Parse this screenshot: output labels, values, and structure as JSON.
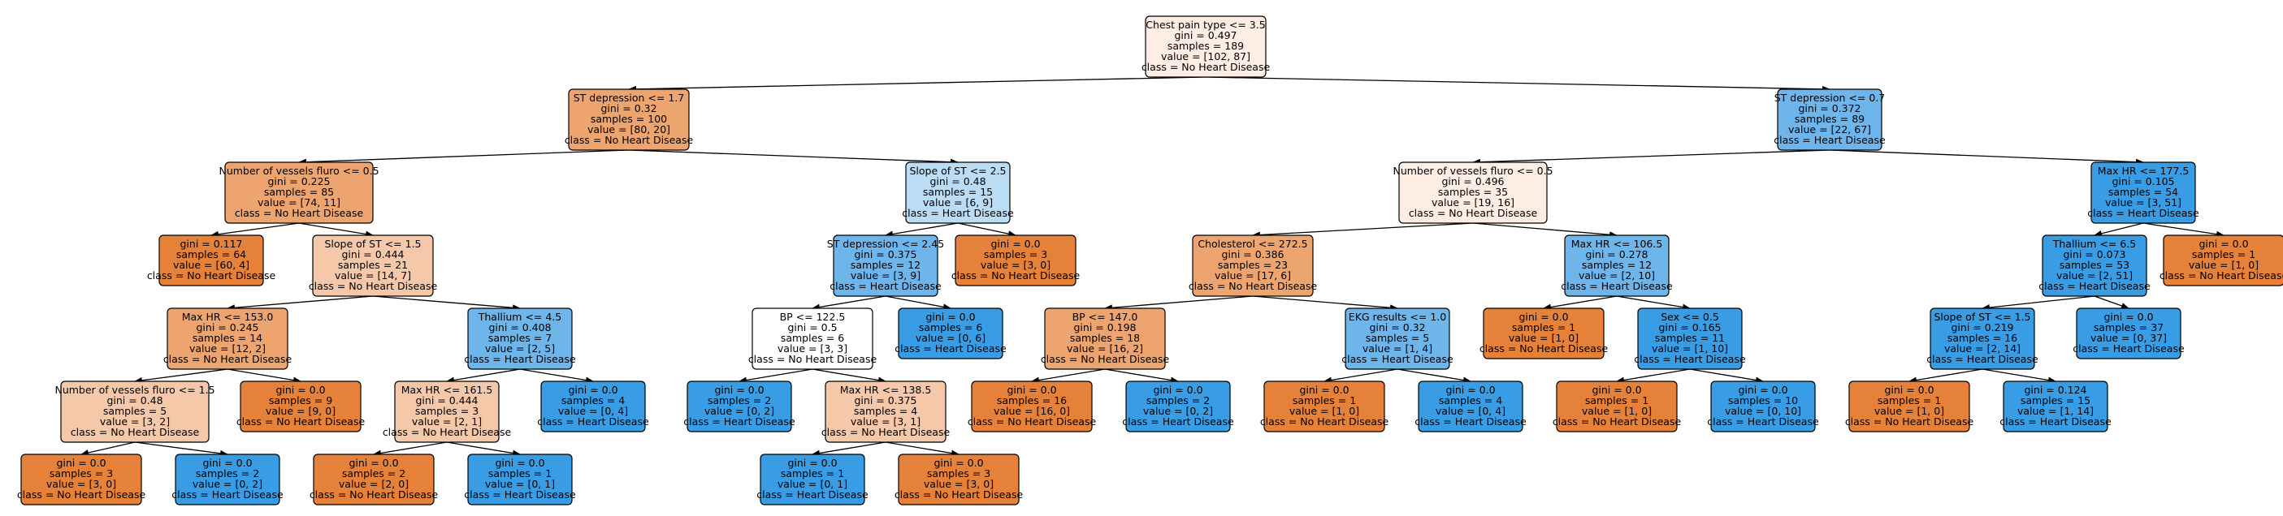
{
  "colors": {
    "orange_dark": "#e58139",
    "orange_mid": "#eda46e",
    "orange_light": "#f4c8a8",
    "orange_pale": "#fdede3",
    "blue_dark": "#399de5",
    "blue_mid": "#6db5eb",
    "blue_light": "#bbdcf5",
    "white": "#ffffff"
  },
  "nodes": [
    {
      "id": "n0",
      "fill": "orange_pale",
      "lines": [
        "Chest pain type <= 3.5",
        "gini = 0.497",
        "samples = 189",
        "value = [102, 87]",
        "class = No Heart Disease"
      ]
    },
    {
      "id": "n1",
      "fill": "orange_mid",
      "lines": [
        "ST depression <= 1.7",
        "gini = 0.32",
        "samples = 100",
        "value = [80, 20]",
        "class = No Heart Disease"
      ]
    },
    {
      "id": "n2",
      "fill": "blue_mid",
      "lines": [
        "ST depression <= 0.7",
        "gini = 0.372",
        "samples = 89",
        "value = [22, 67]",
        "class = Heart Disease"
      ]
    },
    {
      "id": "n3",
      "fill": "orange_mid",
      "lines": [
        "Number of vessels fluro <= 0.5",
        "gini = 0.225",
        "samples = 85",
        "value = [74, 11]",
        "class = No Heart Disease"
      ]
    },
    {
      "id": "n4",
      "fill": "blue_light",
      "lines": [
        "Slope of ST <= 2.5",
        "gini = 0.48",
        "samples = 15",
        "value = [6, 9]",
        "class = Heart Disease"
      ]
    },
    {
      "id": "n5",
      "fill": "orange_pale",
      "lines": [
        "Number of vessels fluro <= 0.5",
        "gini = 0.496",
        "samples = 35",
        "value = [19, 16]",
        "class = No Heart Disease"
      ]
    },
    {
      "id": "n6",
      "fill": "blue_dark",
      "lines": [
        "Max HR <= 177.5",
        "gini = 0.105",
        "samples = 54",
        "value = [3, 51]",
        "class = Heart Disease"
      ]
    },
    {
      "id": "n7",
      "fill": "orange_dark",
      "lines": [
        "gini = 0.117",
        "samples = 64",
        "value = [60, 4]",
        "class = No Heart Disease"
      ]
    },
    {
      "id": "n8",
      "fill": "orange_light",
      "lines": [
        "Slope of ST <= 1.5",
        "gini = 0.444",
        "samples = 21",
        "value = [14, 7]",
        "class = No Heart Disease"
      ]
    },
    {
      "id": "n9",
      "fill": "blue_mid",
      "lines": [
        "ST depression <= 2.45",
        "gini = 0.375",
        "samples = 12",
        "value = [3, 9]",
        "class = Heart Disease"
      ]
    },
    {
      "id": "n10",
      "fill": "orange_dark",
      "lines": [
        "gini = 0.0",
        "samples = 3",
        "value = [3, 0]",
        "class = No Heart Disease"
      ]
    },
    {
      "id": "n11",
      "fill": "orange_mid",
      "lines": [
        "Cholesterol <= 272.5",
        "gini = 0.386",
        "samples = 23",
        "value = [17, 6]",
        "class = No Heart Disease"
      ]
    },
    {
      "id": "n12",
      "fill": "blue_mid",
      "lines": [
        "Max HR <= 106.5",
        "gini = 0.278",
        "samples = 12",
        "value = [2, 10]",
        "class = Heart Disease"
      ]
    },
    {
      "id": "n13",
      "fill": "blue_dark",
      "lines": [
        "Thallium <= 6.5",
        "gini = 0.073",
        "samples = 53",
        "value = [2, 51]",
        "class = Heart Disease"
      ]
    },
    {
      "id": "n14",
      "fill": "orange_dark",
      "lines": [
        "gini = 0.0",
        "samples = 1",
        "value = [1, 0]",
        "class = No Heart Disease"
      ]
    },
    {
      "id": "n15",
      "fill": "orange_mid",
      "lines": [
        "Max HR <= 153.0",
        "gini = 0.245",
        "samples = 14",
        "value = [12, 2]",
        "class = No Heart Disease"
      ]
    },
    {
      "id": "n16",
      "fill": "blue_mid",
      "lines": [
        "Thallium <= 4.5",
        "gini = 0.408",
        "samples = 7",
        "value = [2, 5]",
        "class = Heart Disease"
      ]
    },
    {
      "id": "n17",
      "fill": "white",
      "lines": [
        "BP <= 122.5",
        "gini = 0.5",
        "samples = 6",
        "value = [3, 3]",
        "class = No Heart Disease"
      ]
    },
    {
      "id": "n18",
      "fill": "blue_dark",
      "lines": [
        "gini = 0.0",
        "samples = 6",
        "value = [0, 6]",
        "class = Heart Disease"
      ]
    },
    {
      "id": "n19",
      "fill": "orange_mid",
      "lines": [
        "BP <= 147.0",
        "gini = 0.198",
        "samples = 18",
        "value = [16, 2]",
        "class = No Heart Disease"
      ]
    },
    {
      "id": "n20",
      "fill": "blue_mid",
      "lines": [
        "EKG results <= 1.0",
        "gini = 0.32",
        "samples = 5",
        "value = [1, 4]",
        "class = Heart Disease"
      ]
    },
    {
      "id": "n21",
      "fill": "orange_dark",
      "lines": [
        "gini = 0.0",
        "samples = 1",
        "value = [1, 0]",
        "class = No Heart Disease"
      ]
    },
    {
      "id": "n22",
      "fill": "blue_dark",
      "lines": [
        "Sex <= 0.5",
        "gini = 0.165",
        "samples = 11",
        "value = [1, 10]",
        "class = Heart Disease"
      ]
    },
    {
      "id": "n23",
      "fill": "blue_dark",
      "lines": [
        "Slope of ST <= 1.5",
        "gini = 0.219",
        "samples = 16",
        "value = [2, 14]",
        "class = Heart Disease"
      ]
    },
    {
      "id": "n24",
      "fill": "blue_dark",
      "lines": [
        "gini = 0.0",
        "samples = 37",
        "value = [0, 37]",
        "class = Heart Disease"
      ]
    },
    {
      "id": "n25",
      "fill": "orange_light",
      "lines": [
        "Number of vessels fluro <= 1.5",
        "gini = 0.48",
        "samples = 5",
        "value = [3, 2]",
        "class = No Heart Disease"
      ]
    },
    {
      "id": "n26",
      "fill": "orange_dark",
      "lines": [
        "gini = 0.0",
        "samples = 9",
        "value = [9, 0]",
        "class = No Heart Disease"
      ]
    },
    {
      "id": "n27",
      "fill": "orange_light",
      "lines": [
        "Max HR <= 161.5",
        "gini = 0.444",
        "samples = 3",
        "value = [2, 1]",
        "class = No Heart Disease"
      ]
    },
    {
      "id": "n28",
      "fill": "blue_dark",
      "lines": [
        "gini = 0.0",
        "samples = 4",
        "value = [0, 4]",
        "class = Heart Disease"
      ]
    },
    {
      "id": "n29",
      "fill": "blue_dark",
      "lines": [
        "gini = 0.0",
        "samples = 2",
        "value = [0, 2]",
        "class = Heart Disease"
      ]
    },
    {
      "id": "n30",
      "fill": "orange_light",
      "lines": [
        "Max HR <= 138.5",
        "gini = 0.375",
        "samples = 4",
        "value = [3, 1]",
        "class = No Heart Disease"
      ]
    },
    {
      "id": "n31",
      "fill": "orange_dark",
      "lines": [
        "gini = 0.0",
        "samples = 16",
        "value = [16, 0]",
        "class = No Heart Disease"
      ]
    },
    {
      "id": "n32",
      "fill": "blue_dark",
      "lines": [
        "gini = 0.0",
        "samples = 2",
        "value = [0, 2]",
        "class = Heart Disease"
      ]
    },
    {
      "id": "n33",
      "fill": "orange_dark",
      "lines": [
        "gini = 0.0",
        "samples = 1",
        "value = [1, 0]",
        "class = No Heart Disease"
      ]
    },
    {
      "id": "n34",
      "fill": "blue_dark",
      "lines": [
        "gini = 0.0",
        "samples = 4",
        "value = [0, 4]",
        "class = Heart Disease"
      ]
    },
    {
      "id": "n35",
      "fill": "orange_dark",
      "lines": [
        "gini = 0.0",
        "samples = 1",
        "value = [1, 0]",
        "class = No Heart Disease"
      ]
    },
    {
      "id": "n36",
      "fill": "blue_dark",
      "lines": [
        "gini = 0.0",
        "samples = 10",
        "value = [0, 10]",
        "class = Heart Disease"
      ]
    },
    {
      "id": "n37",
      "fill": "orange_dark",
      "lines": [
        "gini = 0.0",
        "samples = 1",
        "value = [1, 0]",
        "class = No Heart Disease"
      ]
    },
    {
      "id": "n38",
      "fill": "blue_dark",
      "lines": [
        "gini = 0.124",
        "samples = 15",
        "value = [1, 14]",
        "class = Heart Disease"
      ]
    },
    {
      "id": "n39",
      "fill": "orange_dark",
      "lines": [
        "gini = 0.0",
        "samples = 3",
        "value = [3, 0]",
        "class = No Heart Disease"
      ]
    },
    {
      "id": "n40",
      "fill": "blue_dark",
      "lines": [
        "gini = 0.0",
        "samples = 2",
        "value = [0, 2]",
        "class = Heart Disease"
      ]
    },
    {
      "id": "n41",
      "fill": "orange_dark",
      "lines": [
        "gini = 0.0",
        "samples = 2",
        "value = [2, 0]",
        "class = No Heart Disease"
      ]
    },
    {
      "id": "n42",
      "fill": "blue_dark",
      "lines": [
        "gini = 0.0",
        "samples = 1",
        "value = [0, 1]",
        "class = Heart Disease"
      ]
    },
    {
      "id": "n43",
      "fill": "blue_dark",
      "lines": [
        "gini = 0.0",
        "samples = 1",
        "value = [0, 1]",
        "class = Heart Disease"
      ]
    },
    {
      "id": "n44",
      "fill": "orange_dark",
      "lines": [
        "gini = 0.0",
        "samples = 3",
        "value = [3, 0]",
        "class = No Heart Disease"
      ]
    }
  ],
  "edges": [
    [
      "n0",
      "n1"
    ],
    [
      "n0",
      "n2"
    ],
    [
      "n1",
      "n3"
    ],
    [
      "n1",
      "n4"
    ],
    [
      "n2",
      "n5"
    ],
    [
      "n2",
      "n6"
    ],
    [
      "n3",
      "n7"
    ],
    [
      "n3",
      "n8"
    ],
    [
      "n4",
      "n9"
    ],
    [
      "n4",
      "n10"
    ],
    [
      "n5",
      "n11"
    ],
    [
      "n5",
      "n12"
    ],
    [
      "n6",
      "n13"
    ],
    [
      "n6",
      "n14"
    ],
    [
      "n8",
      "n15"
    ],
    [
      "n8",
      "n16"
    ],
    [
      "n9",
      "n17"
    ],
    [
      "n9",
      "n18"
    ],
    [
      "n11",
      "n19"
    ],
    [
      "n11",
      "n20"
    ],
    [
      "n12",
      "n21"
    ],
    [
      "n12",
      "n22"
    ],
    [
      "n13",
      "n23"
    ],
    [
      "n13",
      "n24"
    ],
    [
      "n15",
      "n25"
    ],
    [
      "n15",
      "n26"
    ],
    [
      "n16",
      "n27"
    ],
    [
      "n16",
      "n28"
    ],
    [
      "n17",
      "n29"
    ],
    [
      "n17",
      "n30"
    ],
    [
      "n19",
      "n31"
    ],
    [
      "n19",
      "n32"
    ],
    [
      "n20",
      "n33"
    ],
    [
      "n20",
      "n34"
    ],
    [
      "n22",
      "n35"
    ],
    [
      "n22",
      "n36"
    ],
    [
      "n23",
      "n37"
    ],
    [
      "n23",
      "n38"
    ],
    [
      "n25",
      "n39"
    ],
    [
      "n25",
      "n40"
    ],
    [
      "n27",
      "n41"
    ],
    [
      "n27",
      "n42"
    ],
    [
      "n30",
      "n43"
    ],
    [
      "n30",
      "n44"
    ]
  ]
}
